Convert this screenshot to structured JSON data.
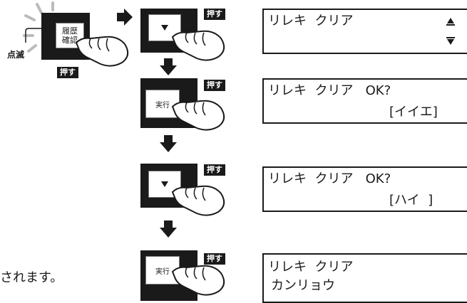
{
  "left_panel": {
    "blink_label": "点滅",
    "push_label": "押す",
    "history_key_label_line1": "履歴",
    "history_key_label_line2": "確認"
  },
  "steps": [
    {
      "key_icon": "down-triangle",
      "push_label": "押す",
      "lcd_line1": "リレキ  クリア",
      "lcd_line2": "",
      "lcd_up_icon": "up-arrow-icon",
      "lcd_down_icon": "down-arrow-icon"
    },
    {
      "key_label": "実行",
      "push_label": "押す",
      "lcd_line1": "リレキ  クリア   OK?",
      "lcd_line2": "[イイエ]"
    },
    {
      "key_icon": "down-triangle",
      "push_label": "押す",
      "lcd_line1": "リレキ  クリア   OK?",
      "lcd_line2": "[ハイ  ]"
    },
    {
      "key_label": "実行",
      "push_label": "押す",
      "lcd_line1": "リレキ  クリア",
      "lcd_line2": "カンリョウ"
    }
  ],
  "footer_text": "されます。"
}
